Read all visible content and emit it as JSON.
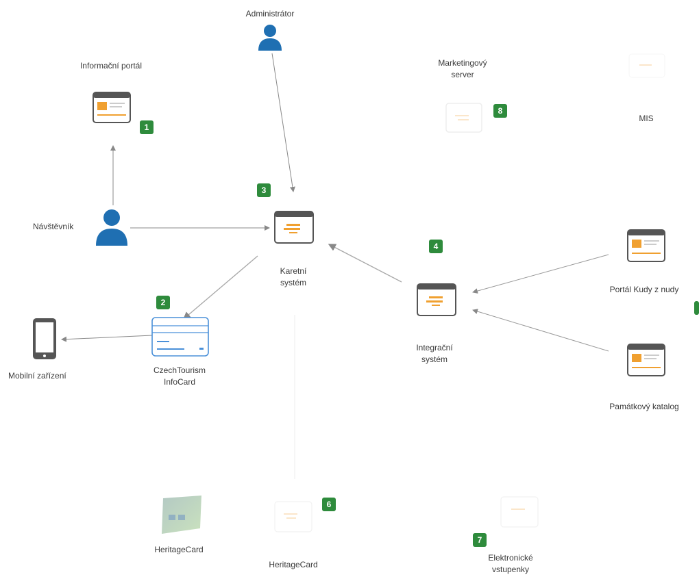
{
  "labels": {
    "administrator": "Administrátor",
    "informacni_portal": "Informační portál",
    "marketing_line1": "Marketingový",
    "marketing_line2": "server",
    "mis": "MIS",
    "navstevnik": "Návštěvník",
    "karetni_line1": "Karetní",
    "karetni_line2": "systém",
    "integracni_line1": "Integrační",
    "integracni_line2": "systém",
    "kudy_z_nudy": "Portál Kudy z nudy",
    "mobilni": "Mobilní zařízení",
    "infocard_line1": "CzechTourism",
    "infocard_line2": "InfoCard",
    "pamatkovy": "Památkový katalog",
    "heritagecard_left": "HeritageCard",
    "heritagecard_center": "HeritageCard",
    "elektronicke_line1": "Elektronické",
    "elektronicke_line2": "vstupenky"
  },
  "badges": {
    "b1": "1",
    "b2": "2",
    "b3": "3",
    "b4": "4",
    "b6": "6",
    "b7": "7",
    "b8": "8"
  },
  "colors": {
    "person": "#1f6fb2",
    "badge": "#2e8b3c",
    "window_accent": "#f0a030",
    "window_frame": "#555555",
    "card_border": "#4a90d9",
    "arrow": "#888888"
  },
  "icons": {
    "user": "user-icon",
    "window": "browser-window-icon",
    "card": "credit-card-icon",
    "phone": "mobile-phone-icon"
  }
}
